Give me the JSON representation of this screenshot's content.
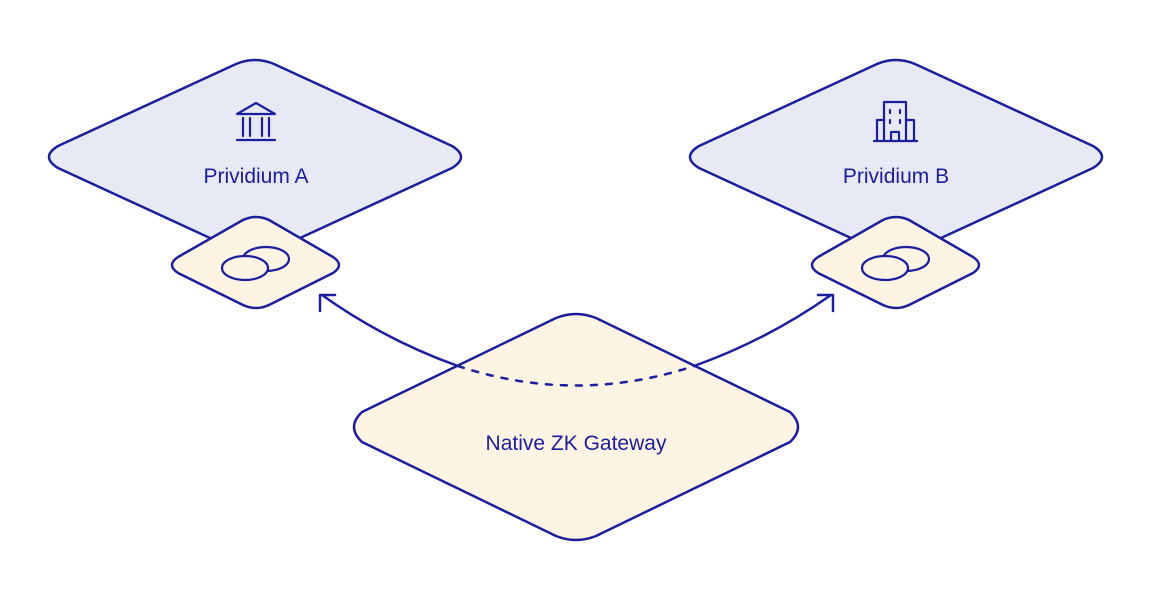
{
  "nodes": {
    "a": {
      "label": "Prividium A",
      "icon": "bank-icon"
    },
    "b": {
      "label": "Prividium B",
      "icon": "office-building-icon"
    },
    "gateway": {
      "label": "Native ZK Gateway"
    }
  },
  "connectors": {
    "a": {
      "icon": "overlapping-ellipses-icon"
    },
    "b": {
      "icon": "overlapping-ellipses-icon"
    }
  },
  "colors": {
    "stroke": "#1b1f9c",
    "text": "#1b1f9c",
    "prividium_fill": "#e7e9f4",
    "gateway_fill": "#fdf4e4",
    "background": "#ffffff"
  }
}
